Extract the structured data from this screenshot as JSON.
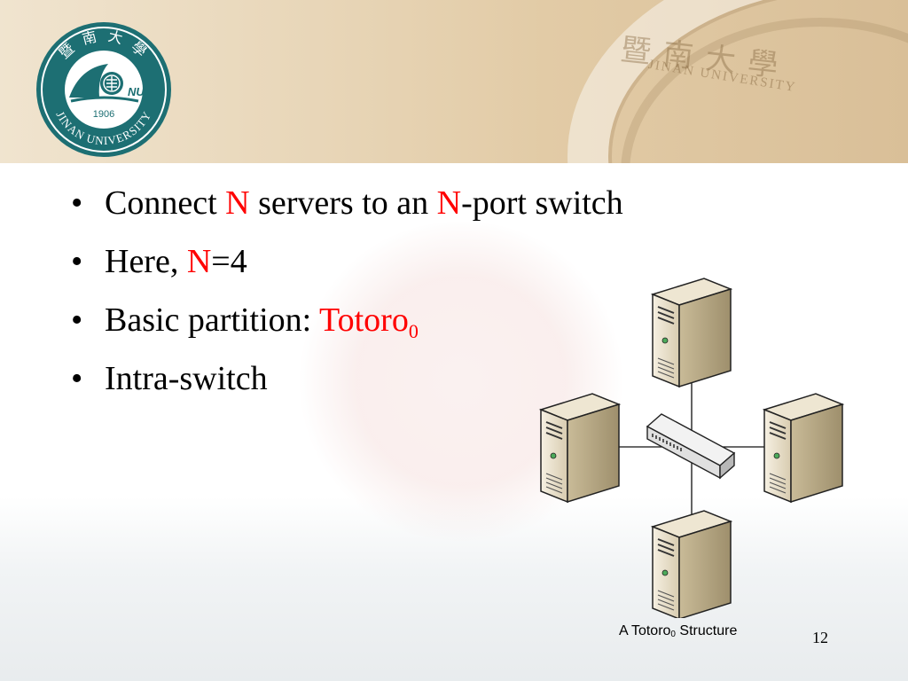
{
  "header": {
    "logo_top_text": "暨 南 大 學",
    "logo_bottom_text": "JINAN UNIVERSITY",
    "logo_year": "1906",
    "banner_text_cn": "暨南大學",
    "banner_text_en": "JINAN UNIVERSITY"
  },
  "bullets": [
    {
      "parts": [
        "Connect ",
        "N",
        " servers to an ",
        "N",
        "-port switch"
      ]
    },
    {
      "parts": [
        "Here, ",
        "N",
        "=4"
      ]
    },
    {
      "parts": [
        "Basic partition: ",
        "Totoro",
        "0"
      ]
    },
    {
      "parts": [
        "Intra-switch"
      ]
    }
  ],
  "bullet_glyph": "•",
  "figure": {
    "caption_prefix": "A Totoro",
    "caption_sub": "0",
    "caption_suffix": " Structure",
    "icons": [
      "server-icon",
      "server-icon",
      "server-icon",
      "server-icon",
      "switch-icon"
    ]
  },
  "slide_number": "12",
  "colors": {
    "highlight": "#ff0000",
    "logo_teal": "#1d6f73"
  }
}
